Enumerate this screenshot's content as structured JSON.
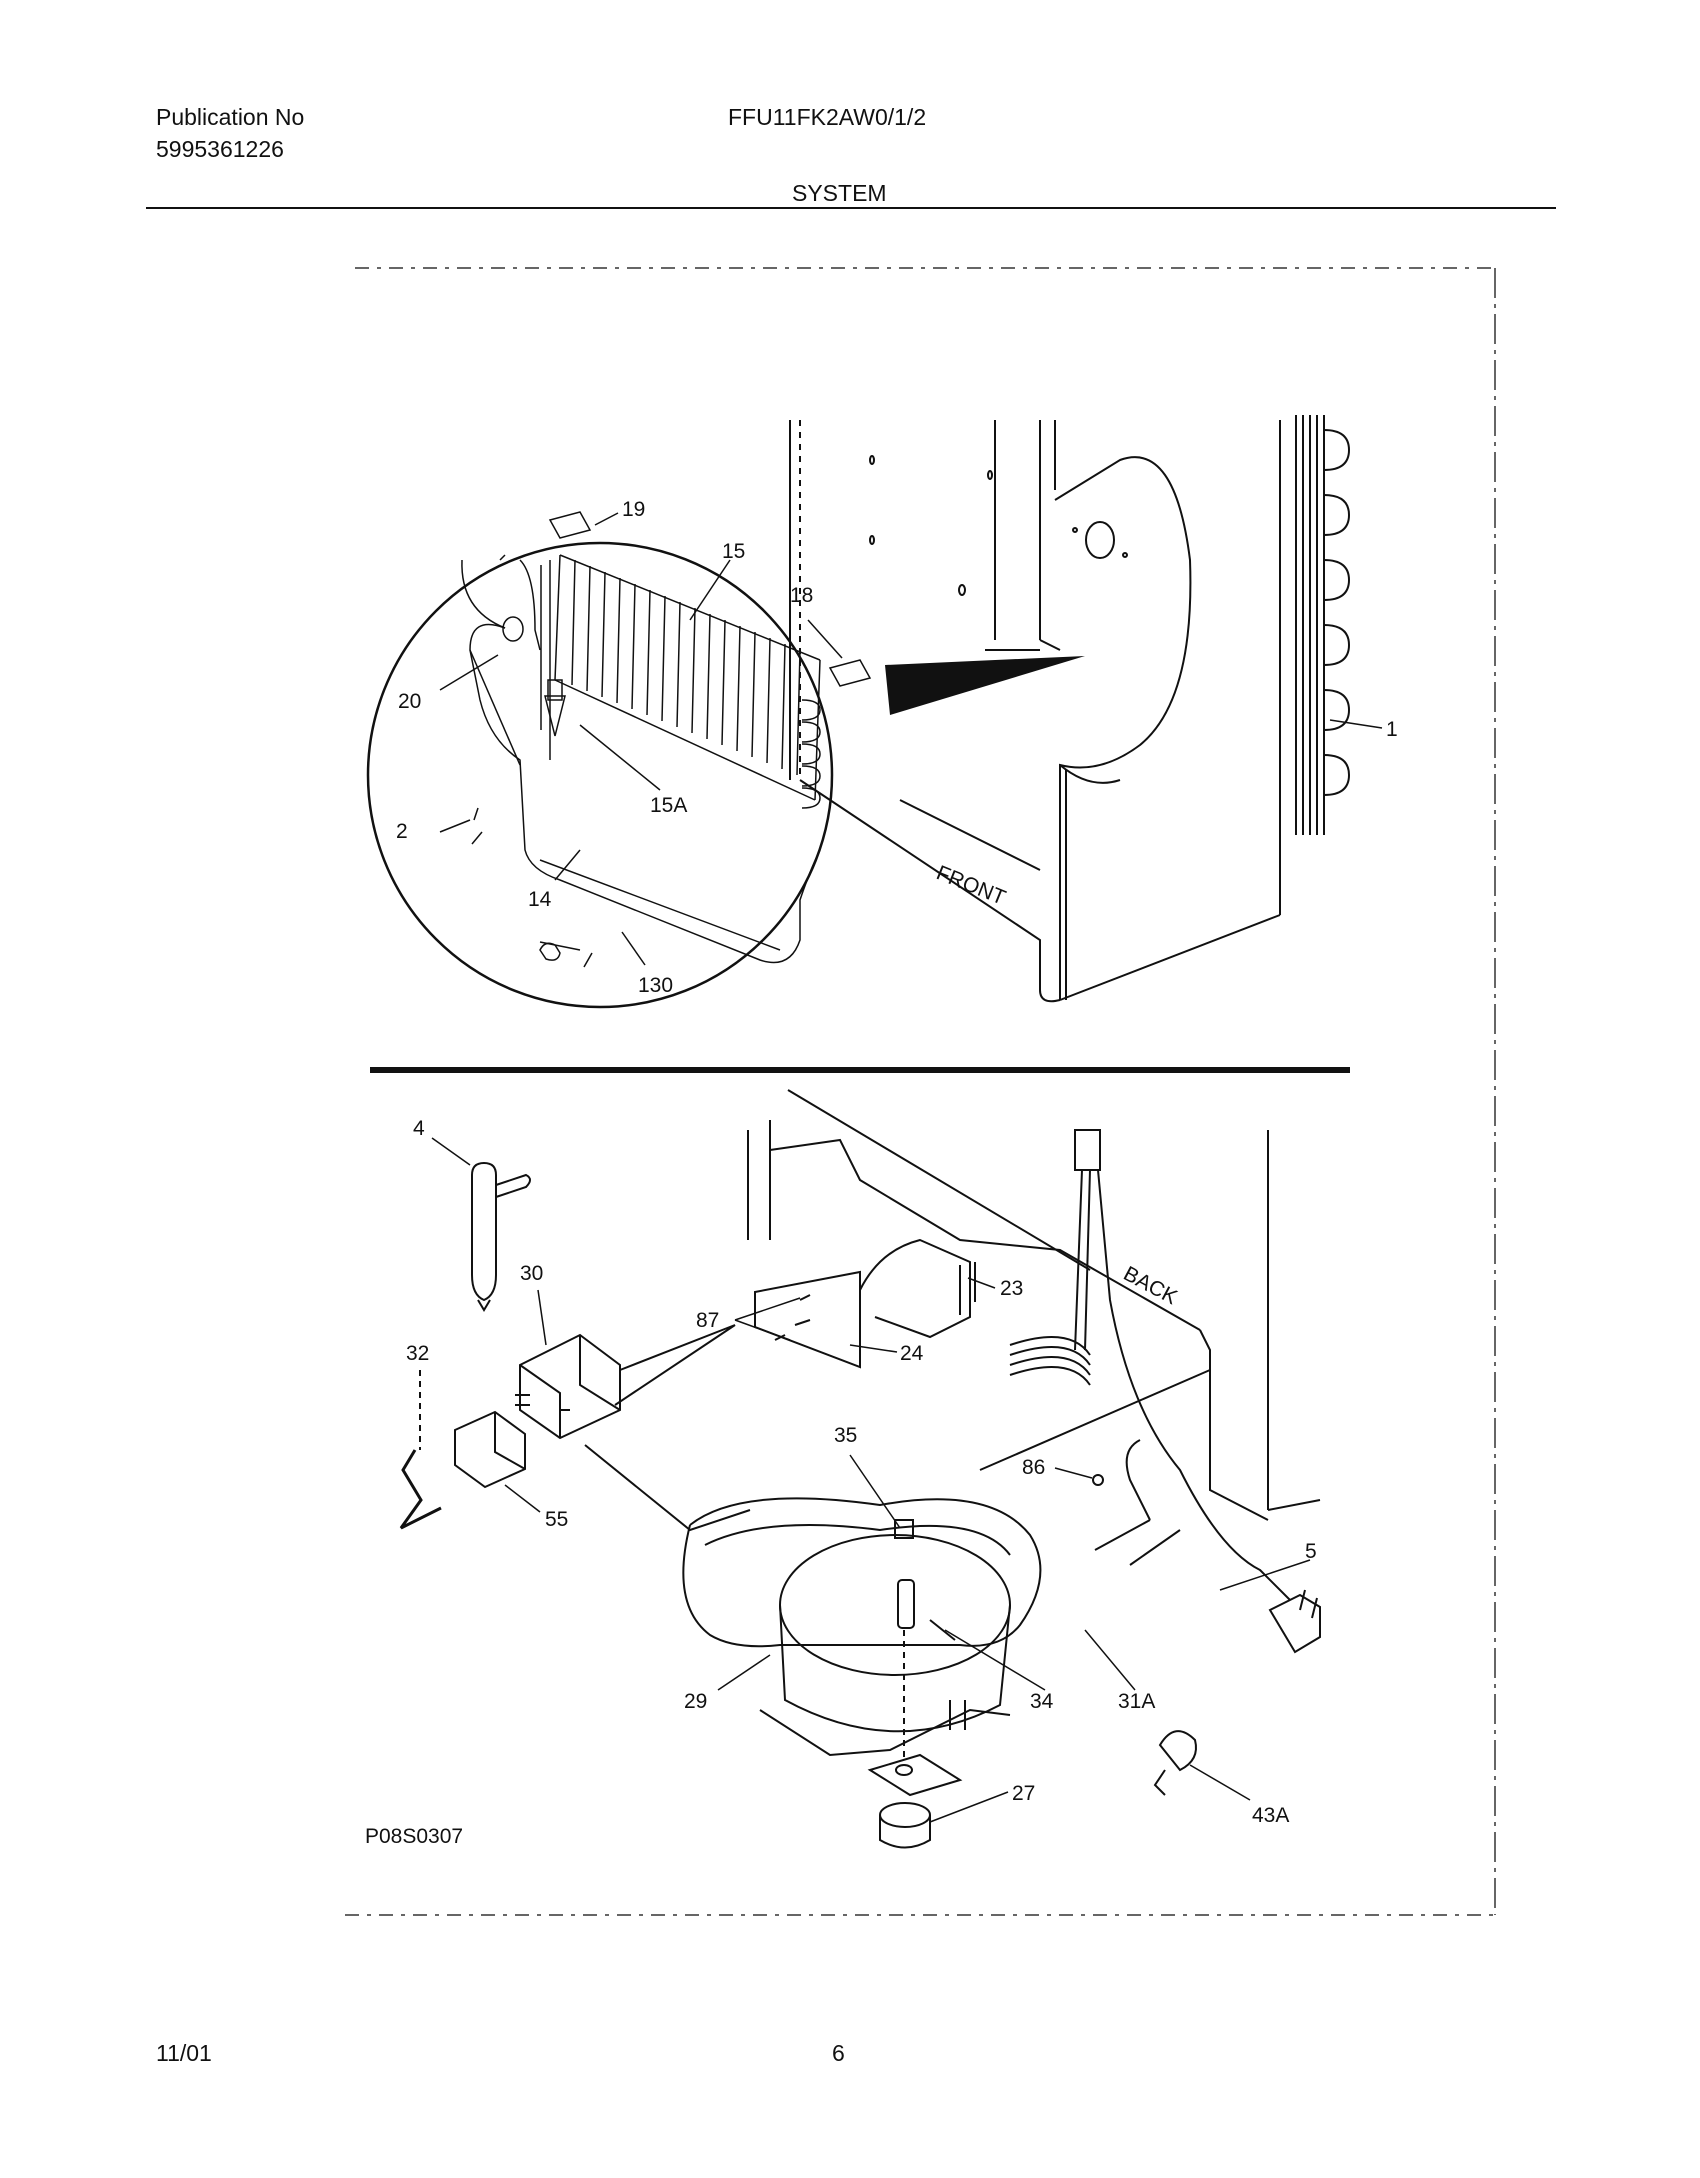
{
  "header": {
    "publication_label": "Publication No",
    "publication_number": "5995361226",
    "model": "FFU11FK2AW0/1/2",
    "section": "SYSTEM"
  },
  "diagram": {
    "figure_code": "P08S0307",
    "orientation_front": "FRONT",
    "orientation_back": "BACK",
    "callouts_top": [
      "19",
      "15",
      "18",
      "20",
      "15A",
      "2",
      "14",
      "130",
      "1"
    ],
    "callouts_bottom": [
      "4",
      "30",
      "32",
      "87",
      "23",
      "24",
      "35",
      "86",
      "55",
      "5",
      "29",
      "34",
      "31A",
      "27",
      "43A"
    ]
  },
  "footer": {
    "date": "11/01",
    "page": "6"
  }
}
